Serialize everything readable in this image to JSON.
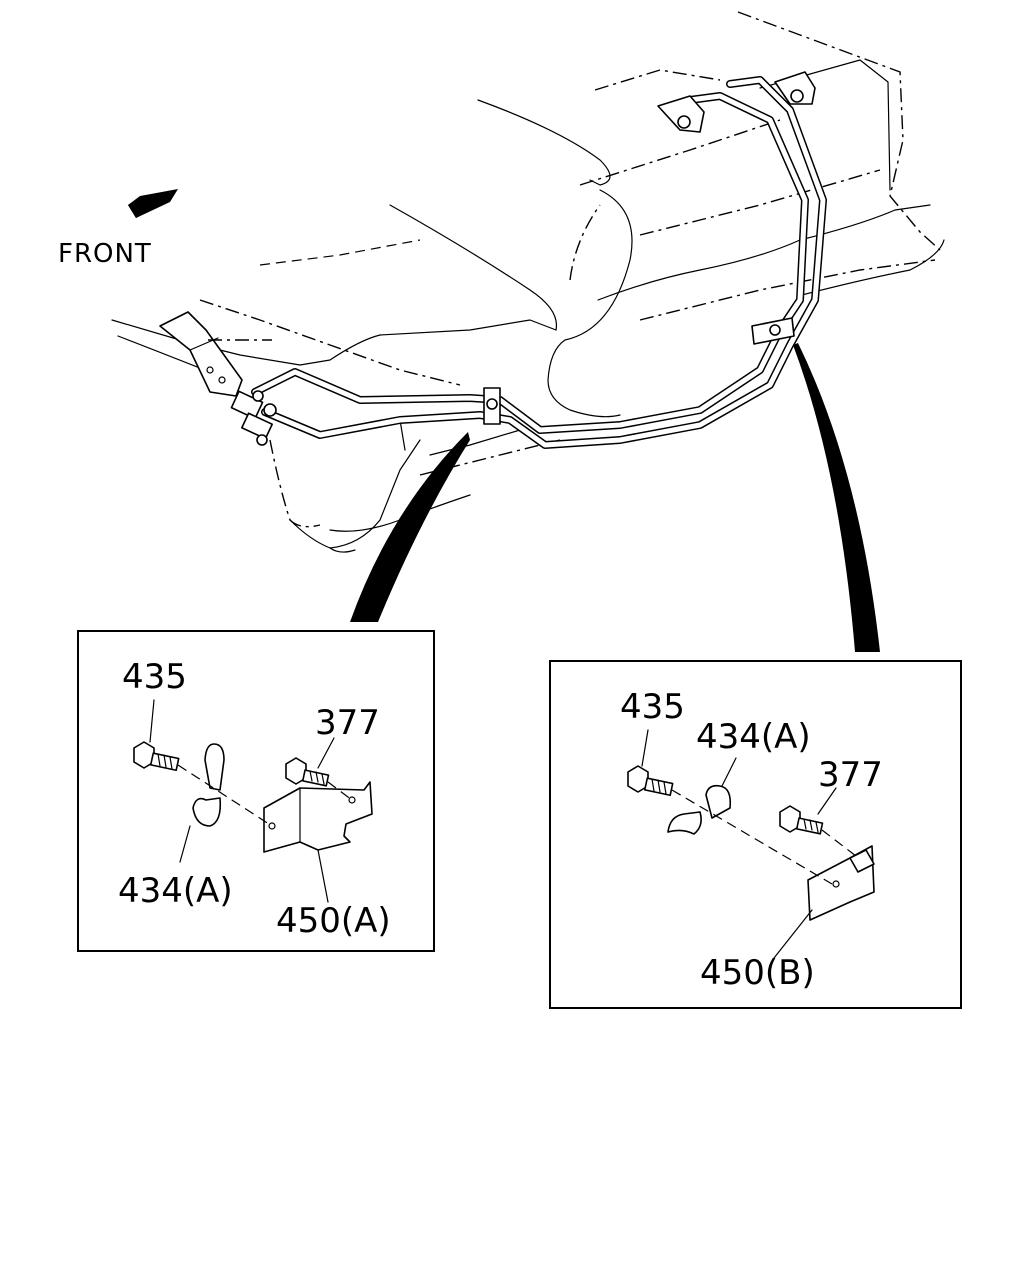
{
  "front_label": "FRONT",
  "detail_a": {
    "labels": {
      "bolt_435": "435",
      "bolt_377": "377",
      "clamp_434a": "434(A)",
      "bracket_450a": "450(A)"
    }
  },
  "detail_b": {
    "labels": {
      "bolt_435": "435",
      "clamp_434a": "434(A)",
      "bolt_377": "377",
      "bracket_450b": "450(B)"
    }
  }
}
